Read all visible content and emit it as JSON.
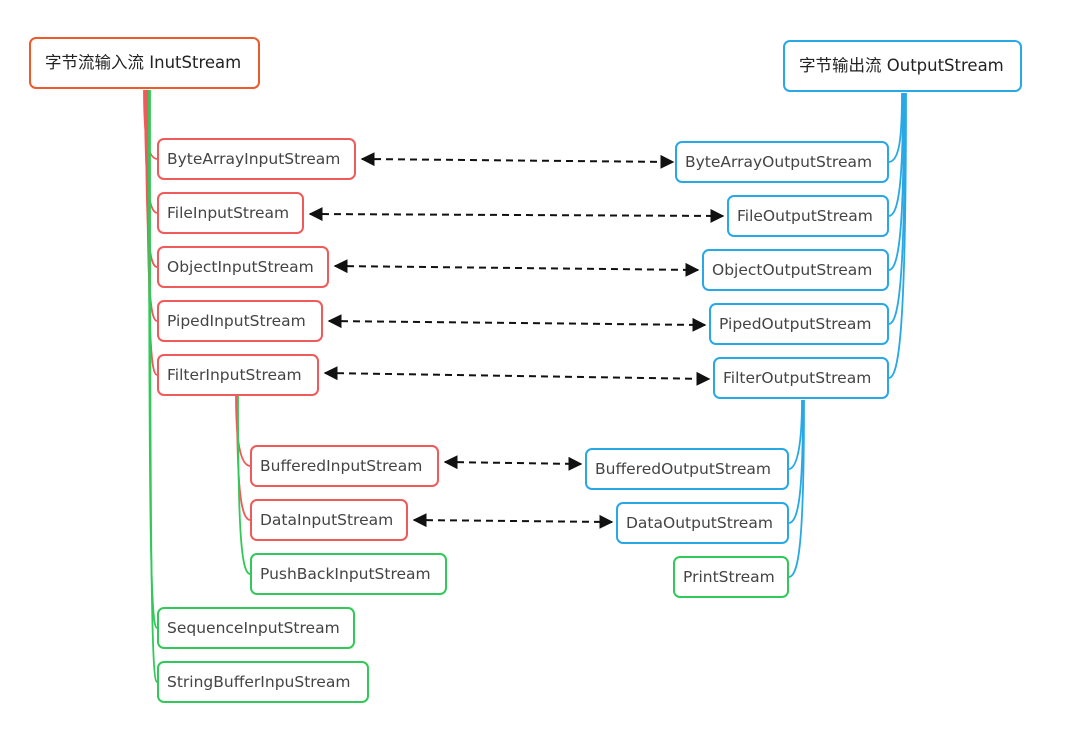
{
  "colors": {
    "input_stream": "#ef5a5a",
    "input_root": "#ee5a2c",
    "output_stream": "#29a8e6",
    "no_counterpart": "#33c95a",
    "connector_arrow": "#111111"
  },
  "input_root": "字节流输入流 InutStream",
  "output_root": "字节输出流 OutputStream",
  "inputs": {
    "byte_array": "ByteArrayInputStream",
    "file": "FileInputStream",
    "object": "ObjectInputStream",
    "piped": "PipedInputStream",
    "filter": "FilterInputStream",
    "buffered": "BufferedInputStream",
    "data": "DataInputStream",
    "push_back": "PushBackInputStream",
    "sequence": "SequenceInputStream",
    "string_buffer": "StringBufferInpuStream"
  },
  "outputs": {
    "byte_array": "ByteArrayOutputStream",
    "file": "FileOutputStream",
    "object": "ObjectOutputStream",
    "piped": "PipedOutputStream",
    "filter": "FilterOutputStream",
    "buffered": "BufferedOutputStream",
    "data": "DataOutputStream",
    "print": "PrintStream"
  }
}
